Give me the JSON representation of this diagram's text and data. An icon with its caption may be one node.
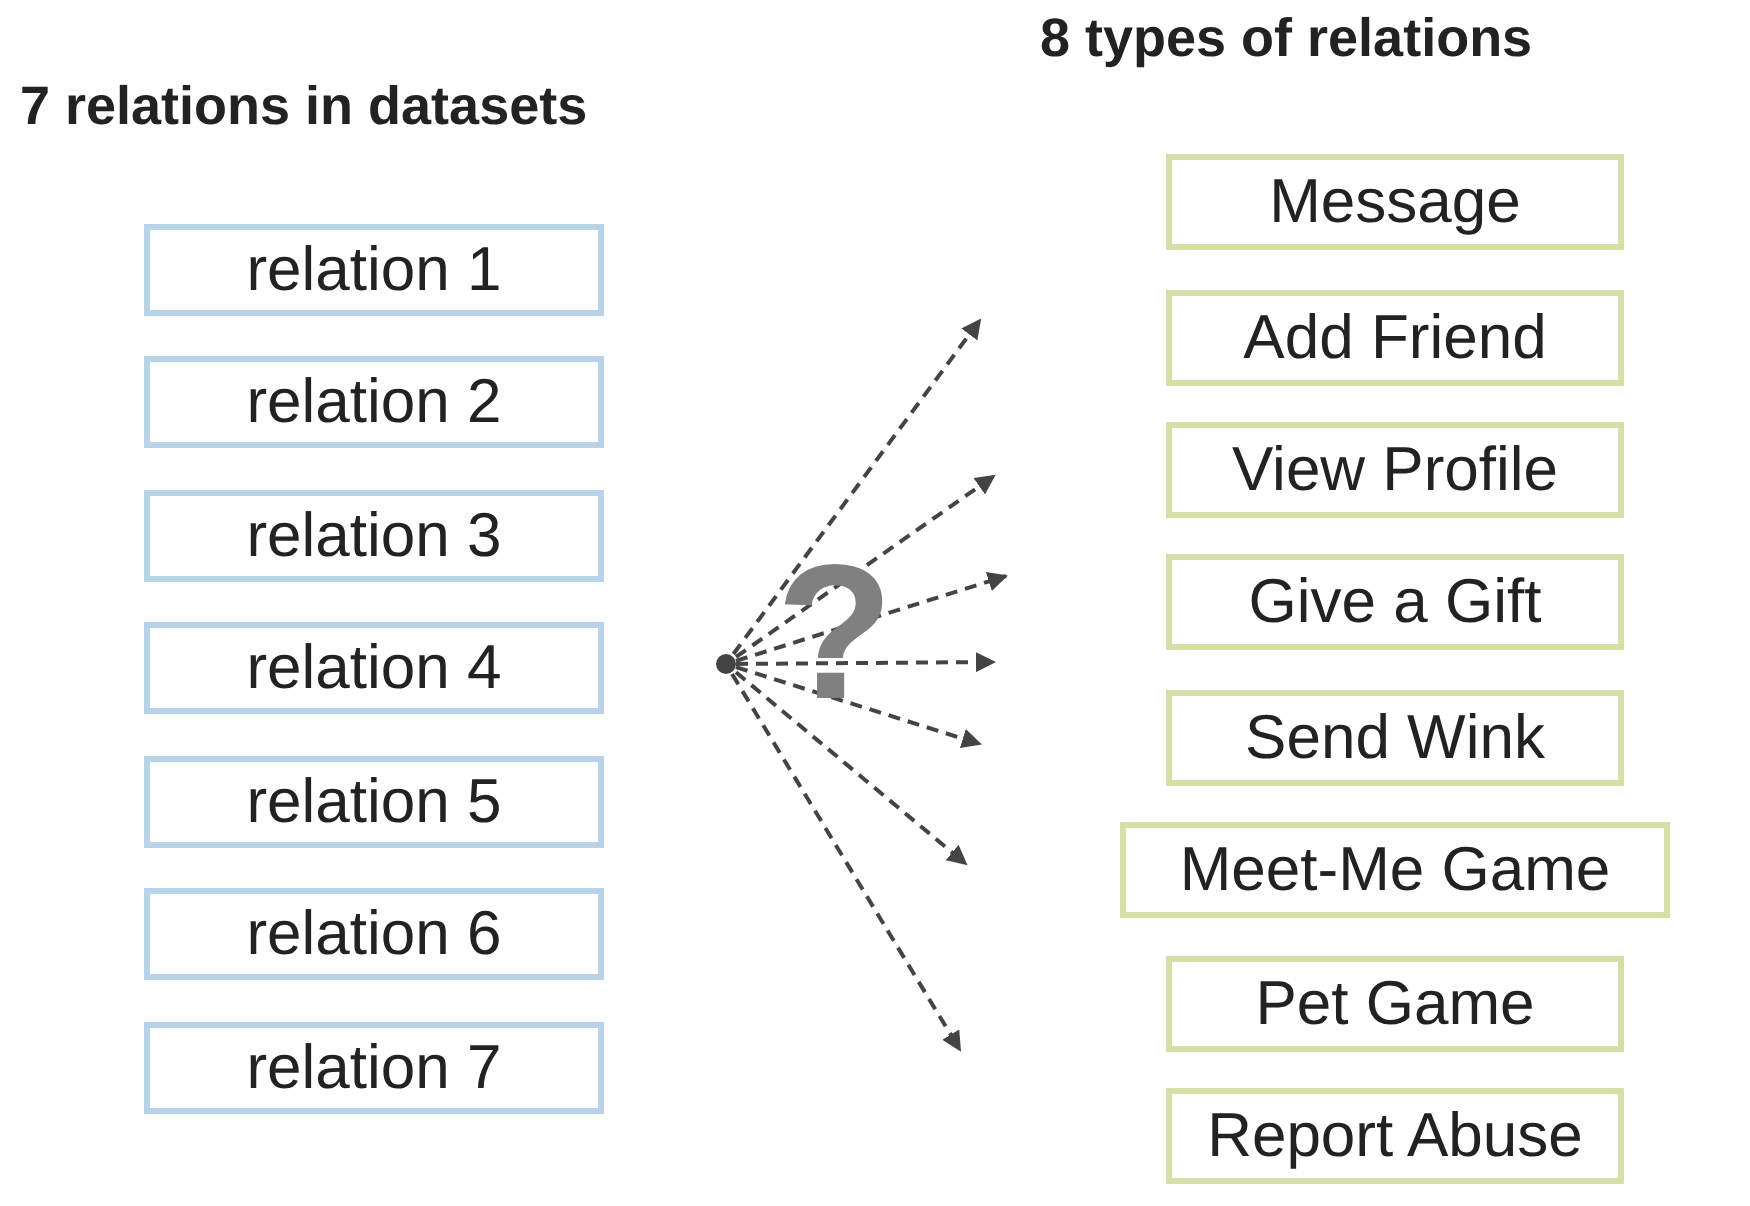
{
  "diagram": {
    "nodes": [
      {
        "text": [
          "relation 1"
        ]
      },
      {
        "text": [
          "relation 2"
        ]
      },
      {
        "text": [
          "relation 3"
        ]
      },
      {
        "text": [
          "relation 4"
        ]
      },
      {
        "text": [
          "relation 5"
        ]
      },
      {
        "text": [
          "relation 6"
        ]
      },
      {
        "text": [
          "relation 7"
        ]
      },
      {
        "text": [
          "Message"
        ]
      },
      {
        "text": [
          "Add Friend"
        ]
      },
      {
        "text": [
          "View Profile"
        ]
      },
      {
        "text": [
          "Give a Gift"
        ]
      },
      {
        "text": [
          "Send Wink"
        ]
      },
      {
        "text": [
          "Meet-Me Game"
        ]
      },
      {
        "text": [
          "Pet Game"
        ]
      },
      {
        "text": [
          "Report Abuse"
        ]
      },
      {
        "text": [],
        "shape": "point"
      }
    ],
    "edges": [
      {
        "from": 15,
        "to": null,
        "arrow": "to",
        "style": "dashed"
      },
      {
        "from": 15,
        "to": null,
        "arrow": "to",
        "style": "dashed"
      },
      {
        "from": 15,
        "to": null,
        "arrow": "to",
        "style": "dashed"
      },
      {
        "from": 15,
        "to": null,
        "arrow": "to",
        "style": "dashed"
      },
      {
        "from": 15,
        "to": null,
        "arrow": "to",
        "style": "dashed"
      },
      {
        "from": 15,
        "to": null,
        "arrow": "to",
        "style": "dashed"
      },
      {
        "from": 15,
        "to": null,
        "arrow": "to",
        "style": "dashed"
      }
    ],
    "labels": [
      "8 types of relations",
      "7 relations in datasets",
      "?"
    ]
  }
}
